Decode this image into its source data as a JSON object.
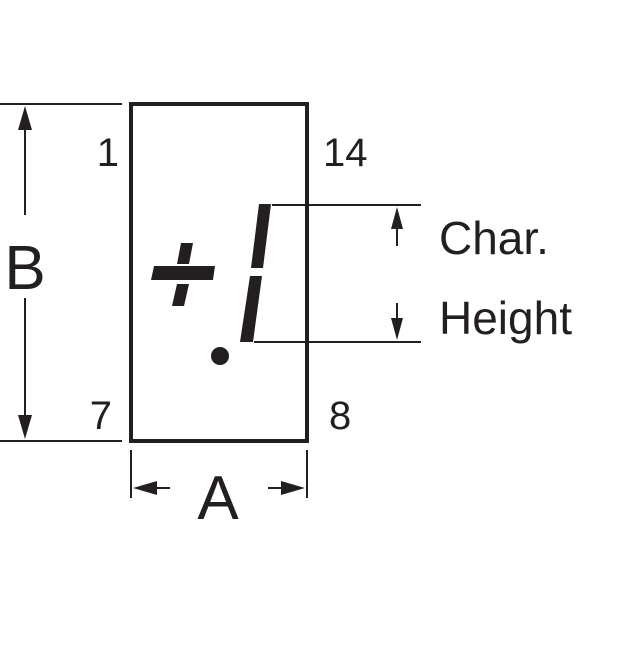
{
  "diagram": {
    "pins": {
      "top_left": "1",
      "top_right": "14",
      "bottom_left": "7",
      "bottom_right": "8"
    },
    "dimension_width_label": "A",
    "dimension_height_label": "B",
    "char_height_label_line1": "Char.",
    "char_height_label_line2": "Height",
    "segment_glyphs": "+/- and 1 with decimal point"
  },
  "colors": {
    "ink": "#231f20",
    "background": "#ffffff"
  }
}
